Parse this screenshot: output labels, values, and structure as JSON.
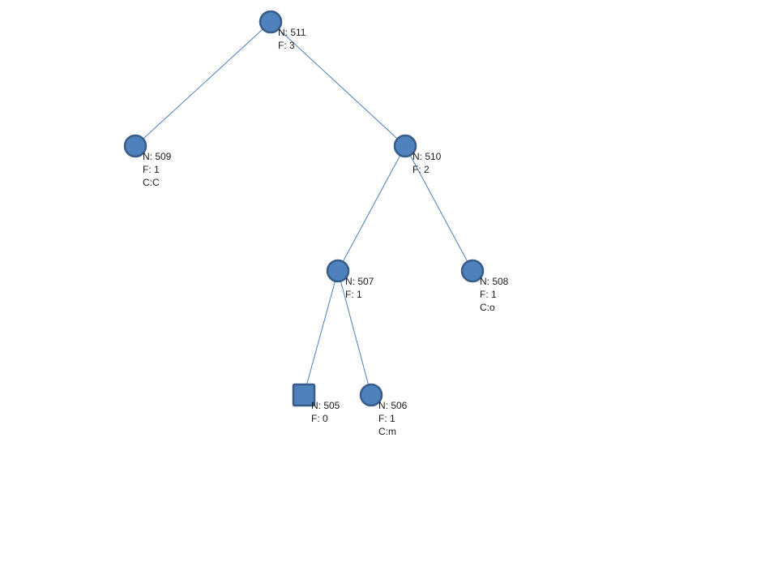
{
  "tree": {
    "nodes": [
      {
        "id": "n511",
        "shape": "circle",
        "lines": [
          "N: 511",
          "F: 3"
        ]
      },
      {
        "id": "n509",
        "shape": "circle",
        "lines": [
          "N: 509",
          "F: 1",
          "C:C"
        ]
      },
      {
        "id": "n510",
        "shape": "circle",
        "lines": [
          "N: 510",
          "F: 2"
        ]
      },
      {
        "id": "n507",
        "shape": "circle",
        "lines": [
          "N: 507",
          "F: 1"
        ]
      },
      {
        "id": "n508",
        "shape": "circle",
        "lines": [
          "N: 508",
          "F: 1",
          "C:o"
        ]
      },
      {
        "id": "n505",
        "shape": "square",
        "lines": [
          "N: 505",
          "F: 0"
        ]
      },
      {
        "id": "n506",
        "shape": "circle",
        "lines": [
          "N: 506",
          "F: 1",
          "C:m"
        ]
      }
    ],
    "edges": [
      [
        "n511",
        "n509"
      ],
      [
        "n511",
        "n510"
      ],
      [
        "n510",
        "n507"
      ],
      [
        "n510",
        "n508"
      ],
      [
        "n507",
        "n505"
      ],
      [
        "n507",
        "n506"
      ]
    ],
    "colors": {
      "node_fill": "#4f81bd",
      "node_stroke": "#385d8a",
      "edge": "#4a7ebb"
    }
  }
}
